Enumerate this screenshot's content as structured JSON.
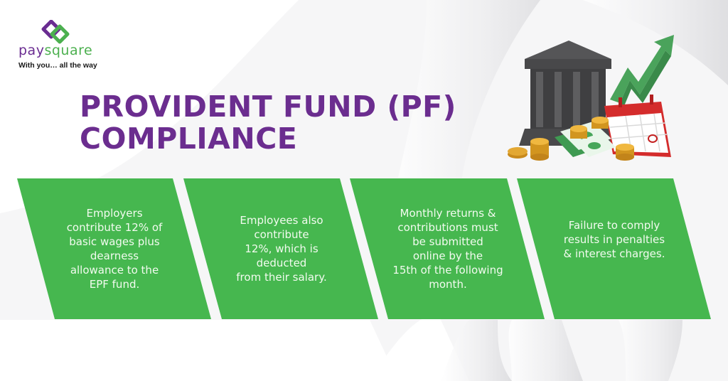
{
  "brand": {
    "name_part1": "pay",
    "name_part2": "square",
    "tagline": "With you… all the way",
    "logo_icon": "interlocked-squares-icon",
    "colors": {
      "purple": "#6a2c91",
      "green": "#4cb04f"
    }
  },
  "title": {
    "line1": "PROVIDENT FUND (PF)",
    "line2": "COMPLIANCE",
    "color": "#6b2d8f"
  },
  "illustration": {
    "icons": [
      "bank-building-icon",
      "growth-arrow-icon",
      "calendar-icon",
      "coins-icon",
      "banknotes-icon"
    ]
  },
  "panels": [
    {
      "text": "Employers\ncontribute 12% of\nbasic wages plus\ndearness\nallowance to the\nEPF fund."
    },
    {
      "text": "Employees also\ncontribute\n12%, which is\ndeducted\nfrom their salary."
    },
    {
      "text": "Monthly returns &\ncontributions must\nbe submitted\nonline by the\n15th of the following\nmonth."
    },
    {
      "text": "Failure to comply\nresults in penalties\n& interest charges."
    }
  ],
  "panel_color": "#46b74f"
}
